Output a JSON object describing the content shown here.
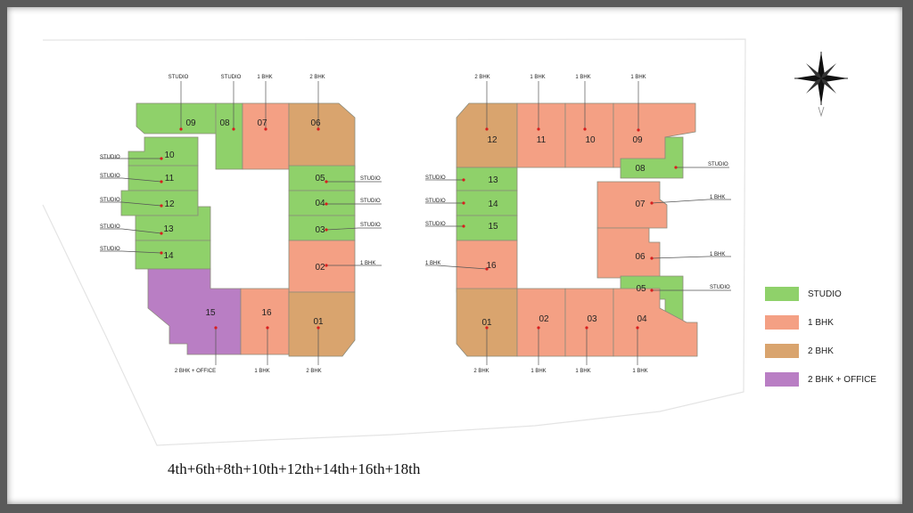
{
  "colors": {
    "studio": "#8fd16a",
    "bhk1": "#f4a084",
    "bhk2": "#d9a46e",
    "office": "#b97ec4",
    "line": "#555555",
    "dot": "#d81e1e"
  },
  "icon": "compass-north-icon",
  "legend": [
    {
      "label": "STUDIO",
      "type": "studio"
    },
    {
      "label": "1 BHK",
      "type": "bhk1"
    },
    {
      "label": "2 BHK",
      "type": "bhk2"
    },
    {
      "label": "2 BHK + OFFICE",
      "type": "office"
    }
  ],
  "floors_caption": "4th+6th+8th+10th+12th+14th+16th+18th",
  "left_block": {
    "units": [
      {
        "no": "09",
        "type": "studio",
        "callout": "STUDIO"
      },
      {
        "no": "08",
        "type": "studio",
        "callout": "STUDIO"
      },
      {
        "no": "07",
        "type": "bhk1",
        "callout": "1 BHK"
      },
      {
        "no": "06",
        "type": "bhk2",
        "callout": "2 BHK"
      },
      {
        "no": "10",
        "type": "studio",
        "callout": "STUDIO"
      },
      {
        "no": "11",
        "type": "studio",
        "callout": "STUDIO"
      },
      {
        "no": "12",
        "type": "studio",
        "callout": "STUDIO"
      },
      {
        "no": "13",
        "type": "studio",
        "callout": "STUDIO"
      },
      {
        "no": "14",
        "type": "studio",
        "callout": "STUDIO"
      },
      {
        "no": "05",
        "type": "studio",
        "callout": "STUDIO"
      },
      {
        "no": "04",
        "type": "studio",
        "callout": "STUDIO"
      },
      {
        "no": "03",
        "type": "studio",
        "callout": "STUDIO"
      },
      {
        "no": "02",
        "type": "bhk1",
        "callout": "1 BHK"
      },
      {
        "no": "15",
        "type": "office",
        "callout": "2 BHK + OFFICE"
      },
      {
        "no": "16",
        "type": "bhk1",
        "callout": "1 BHK"
      },
      {
        "no": "01",
        "type": "bhk2",
        "callout": "2 BHK"
      }
    ]
  },
  "right_block": {
    "units": [
      {
        "no": "12",
        "type": "bhk2",
        "callout": "2 BHK"
      },
      {
        "no": "11",
        "type": "bhk1",
        "callout": "1 BHK"
      },
      {
        "no": "10",
        "type": "bhk1",
        "callout": "1 BHK"
      },
      {
        "no": "09",
        "type": "bhk1",
        "callout": "1 BHK"
      },
      {
        "no": "08",
        "type": "studio",
        "callout": "STUDIO"
      },
      {
        "no": "13",
        "type": "studio",
        "callout": "STUDIO"
      },
      {
        "no": "14",
        "type": "studio",
        "callout": "STUDIO"
      },
      {
        "no": "15",
        "type": "studio",
        "callout": "STUDIO"
      },
      {
        "no": "07",
        "type": "bhk1",
        "callout": "1 BHK"
      },
      {
        "no": "06",
        "type": "bhk1",
        "callout": "1 BHK"
      },
      {
        "no": "16",
        "type": "bhk1",
        "callout": "1 BHK"
      },
      {
        "no": "05",
        "type": "studio",
        "callout": "STUDIO"
      },
      {
        "no": "01",
        "type": "bhk2",
        "callout": "2 BHK"
      },
      {
        "no": "02",
        "type": "bhk1",
        "callout": "1 BHK"
      },
      {
        "no": "03",
        "type": "bhk1",
        "callout": "1 BHK"
      },
      {
        "no": "04",
        "type": "bhk1",
        "callout": "1 BHK"
      }
    ]
  }
}
